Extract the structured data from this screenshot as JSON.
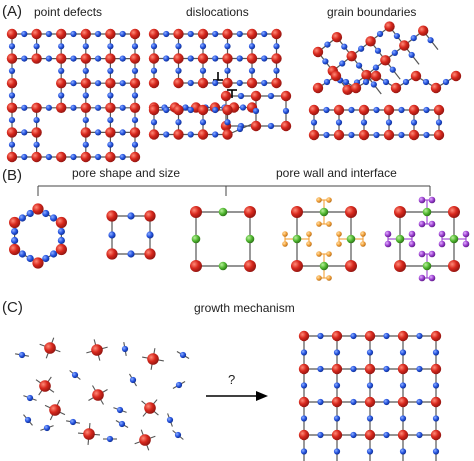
{
  "panels": {
    "a": {
      "tag": "(A)",
      "captions": [
        "point defects",
        "dislocations",
        "grain boundaries"
      ]
    },
    "b": {
      "tag": "(B)",
      "captions": [
        "pore shape and size",
        "pore wall and interface"
      ]
    },
    "c": {
      "tag": "(C)",
      "caption": "growth mechanism",
      "arrow_label": "?"
    }
  },
  "colors": {
    "node": "#d2231c",
    "linker": "#1f4fd6",
    "bond": "#555555",
    "green": "#49b02f",
    "orange": "#f2a13a",
    "purple": "#9b3fd0",
    "text": "#222222"
  }
}
